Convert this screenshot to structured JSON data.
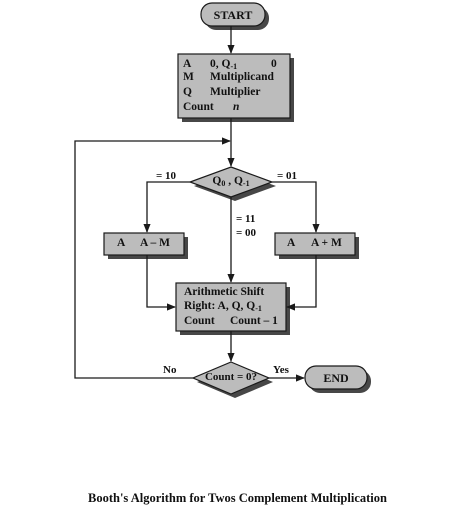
{
  "colors": {
    "box_fill": "#bcbcbc",
    "shadow": "#474747",
    "line": "#1a1a1a",
    "text": "#111111"
  },
  "start": {
    "label": "START"
  },
  "end": {
    "label": "END"
  },
  "init": {
    "row1": {
      "reg": "A",
      "val_a": "0, Q",
      "sub": "-1",
      "val_b": "0"
    },
    "row2": {
      "reg": "M",
      "val": "Multiplicand"
    },
    "row3": {
      "reg": "Q",
      "val": "Multiplier"
    },
    "row4": {
      "reg": "Count",
      "val": "n"
    }
  },
  "decision1": {
    "q": "Q",
    "sub0": "0",
    "sep": " , Q",
    "sub1": "-1"
  },
  "branch_labels": {
    "left": "= 10",
    "right": "= 01",
    "mid1": "= 11",
    "mid2": "= 00"
  },
  "sub_box": {
    "reg": "A",
    "op": "A – M"
  },
  "add_box": {
    "reg": "A",
    "op": "A + M"
  },
  "shift": {
    "line1": "Arithmetic Shift",
    "line2": "Right: A, Q, Q",
    "sub": "-1",
    "count_reg": "Count",
    "count_op": "Count – 1"
  },
  "decision2": {
    "label": "Count = 0?",
    "no": "No",
    "yes": "Yes"
  },
  "caption": "Booth's Algorithm for Twos Complement Multiplication"
}
